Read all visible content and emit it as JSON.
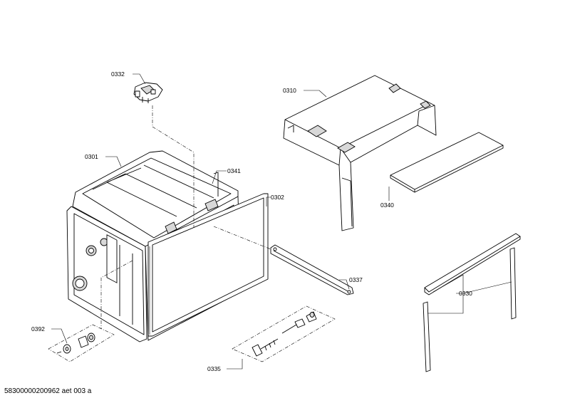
{
  "parts": [
    {
      "id": "p0332",
      "label": "0332"
    },
    {
      "id": "p0310",
      "label": "0310"
    },
    {
      "id": "p0301",
      "label": "0301"
    },
    {
      "id": "p0341",
      "label": "0341"
    },
    {
      "id": "p0302",
      "label": "0302"
    },
    {
      "id": "p0340",
      "label": "0340"
    },
    {
      "id": "p0337",
      "label": "0337"
    },
    {
      "id": "p0330",
      "label": "0330"
    },
    {
      "id": "p0392",
      "label": "0392"
    },
    {
      "id": "p0335",
      "label": "0335"
    }
  ],
  "footer": {
    "code": "58300000200962 aet 003 a"
  }
}
